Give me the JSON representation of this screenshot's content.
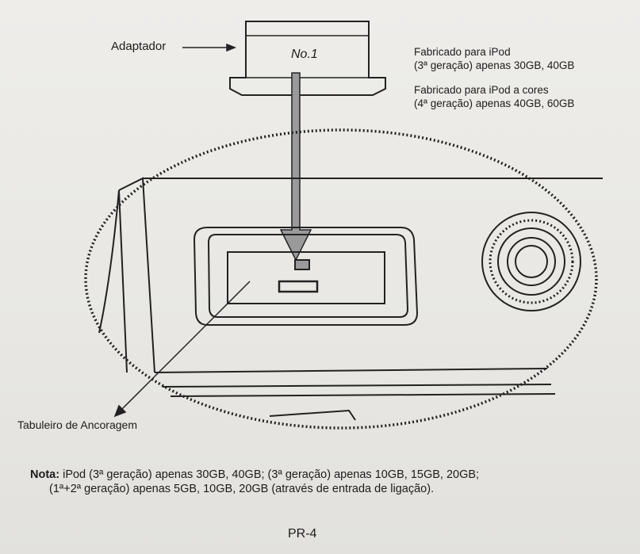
{
  "labels": {
    "adapter": "Adaptador",
    "model": "No.1",
    "dock_tray": "Tabuleiro de Ancoragem"
  },
  "specs": [
    {
      "line1": "Fabricado para iPod",
      "line2": "(3ª geração) apenas 30GB, 40GB"
    },
    {
      "line1": "Fabricado para iPod a cores",
      "line2": "(4ª geração) apenas 40GB, 60GB"
    }
  ],
  "note": {
    "prefix": "Nota:",
    "line1": "iPod (3ª geração) apenas 30GB, 40GB; (3ª geração) apenas 10GB, 15GB, 20GB;",
    "line2": "(1ª+2ª geração) apenas 5GB, 10GB, 20GB  (através de entrada de ligação)."
  },
  "page_number": "PR-4"
}
